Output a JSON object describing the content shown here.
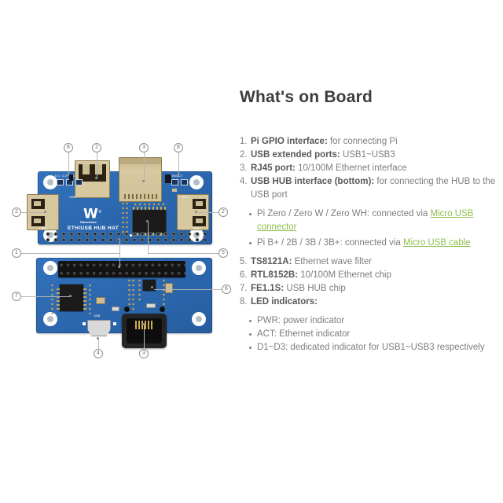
{
  "heading": "What's on Board",
  "items": [
    {
      "num": "1.",
      "label": "Pi GPIO interface:",
      "text": " for connecting Pi"
    },
    {
      "num": "2.",
      "label": "USB extended ports:",
      "text": " USB1~USB3"
    },
    {
      "num": "3.",
      "label": "RJ45 port:",
      "text": " 10/100M Ethernet interface"
    },
    {
      "num": "4.",
      "label": "USB HUB interface (bottom):",
      "text": " for connecting the HUB to the USB port"
    },
    {
      "num": "5.",
      "label": "TS8121A:",
      "text": " Ethernet wave filter"
    },
    {
      "num": "6.",
      "label": "RTL8152B:",
      "text": " 10/100M Ethernet chip"
    },
    {
      "num": "7.",
      "label": "FE1.1S:",
      "text": " USB HUB chip"
    },
    {
      "num": "8.",
      "label": "LED indicators:",
      "text": ""
    }
  ],
  "item4_bullets": [
    {
      "pre": "Pi Zero / Zero W / Zero WH: connected via ",
      "link": "Micro USB connector"
    },
    {
      "pre": "Pi B+ / 2B / 3B / 3B+: connected via ",
      "link": "Micro USB cable"
    }
  ],
  "item8_bullets": [
    "PWR: power indicator",
    "ACT: Ethernet indicator",
    "D1~D3: dedicated indicator for USB1~USB3 respectively"
  ],
  "board": {
    "title_silk": "ETH/USB HUB HAT",
    "brand": "Waveshare",
    "logo_glyph": "W",
    "reg_mark": "®",
    "labels": {
      "leds": "D1 D2 D3",
      "usb_top": "USB",
      "pwr_act": "PWR/ACT",
      "eth": "ETH",
      "usb1": "USB1",
      "usb3": "USB3",
      "usb_bottom": "USB"
    }
  },
  "callouts": [
    "8",
    "2",
    "3",
    "8",
    "2",
    "2",
    "1",
    "5",
    "7",
    "6",
    "4",
    "3"
  ],
  "colors": {
    "pcb_blue": "#2b66ad",
    "connector_beige": "#d8c8a0",
    "link_green": "#8fc04e",
    "heading_text": "#3d3d3d",
    "body_text": "#7e7e7e",
    "bold_text": "#585858",
    "callout_gray": "#8f8f8f"
  }
}
